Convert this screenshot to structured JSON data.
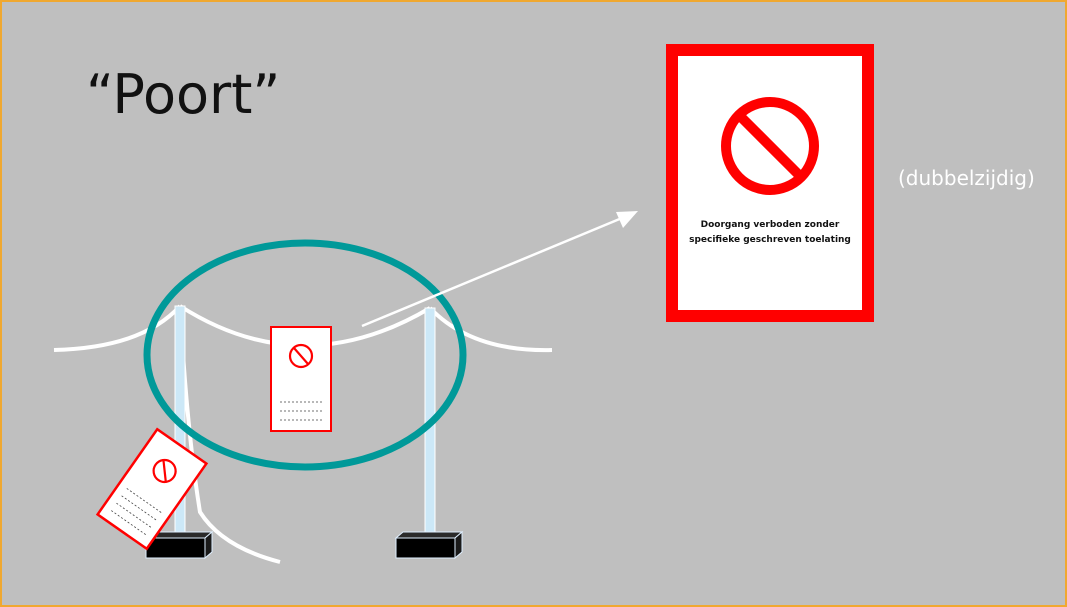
{
  "slide": {
    "title": "“Poort”",
    "side_note": "(dubbelzijdig)"
  },
  "big_sign": {
    "line1": "Doorgang verboden  zonder",
    "line2": "specifieke geschreven toelating",
    "icon": "no-entry-icon"
  },
  "colors": {
    "background": "#bfbfbf",
    "frame": "#f0a830",
    "sign_red": "#ff0000",
    "highlight_ellipse": "#009999",
    "post": "#cce8f7",
    "rope": "#ffffff",
    "base": "#000000"
  }
}
